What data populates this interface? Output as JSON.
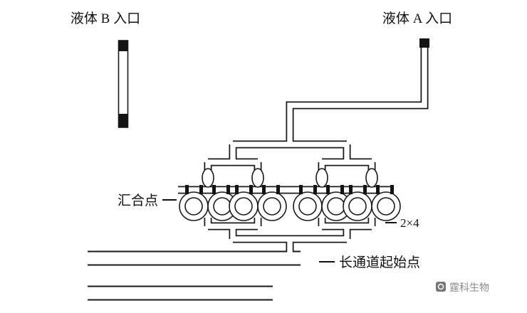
{
  "diagram": {
    "labels": {
      "inlet_b": "液体 B 入口",
      "inlet_a": "液体 A 入口",
      "merge_point": "汇合点",
      "grid": "2×4",
      "long_channel_start": "长通道起始点"
    },
    "watermark": "霆科生物",
    "mixer": {
      "grid_label": "2×4",
      "units": 4
    },
    "colors": {
      "line": "#1a1a1a",
      "background": "#ffffff",
      "watermark_text": "#8a8a8a"
    }
  }
}
